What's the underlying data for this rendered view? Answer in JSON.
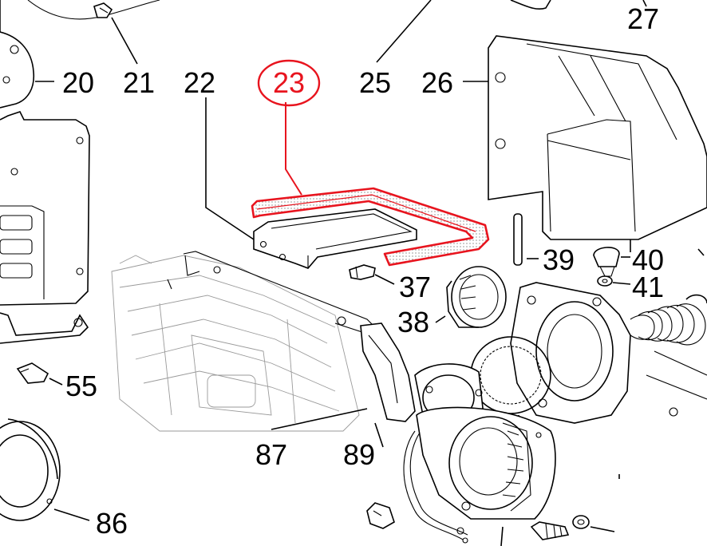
{
  "diagram": {
    "highlight_color": "#e8141e",
    "highlighted_part": "23",
    "labels": {
      "p20": "20",
      "p21": "21",
      "p22": "22",
      "p23": "23",
      "p25": "25",
      "p26": "26",
      "p27": "27",
      "p37": "37",
      "p38": "38",
      "p39": "39",
      "p40": "40",
      "p41": "41",
      "p55": "55",
      "p86": "86",
      "p87": "87",
      "p89": "89"
    }
  }
}
